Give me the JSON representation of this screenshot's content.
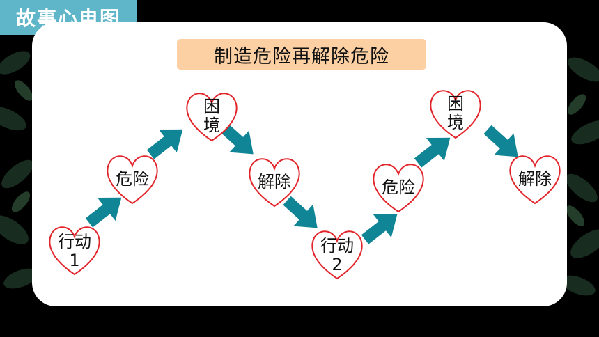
{
  "header": {
    "title": "故事心电图"
  },
  "title_box": {
    "text": "制造危险再解除危险"
  },
  "nodes": [
    {
      "line1": "行动",
      "line2": "1"
    },
    {
      "line1": "危险",
      "line2": ""
    },
    {
      "line1": "困",
      "line2": "境"
    },
    {
      "line1": "解除",
      "line2": ""
    },
    {
      "line1": "行动",
      "line2": "2"
    },
    {
      "line1": "危险",
      "line2": ""
    },
    {
      "line1": "困",
      "line2": "境"
    },
    {
      "line1": "解除",
      "line2": ""
    }
  ],
  "colors": {
    "header_bg": "#5fb6c9",
    "title_bg": "#fcd0a3",
    "heart_stroke": "#e2252b",
    "arrow": "#0f8596",
    "card": "#ffffff",
    "background": "#000000"
  },
  "icons": {
    "node_shape": "heart-icon",
    "connector": "arrow-icon"
  }
}
